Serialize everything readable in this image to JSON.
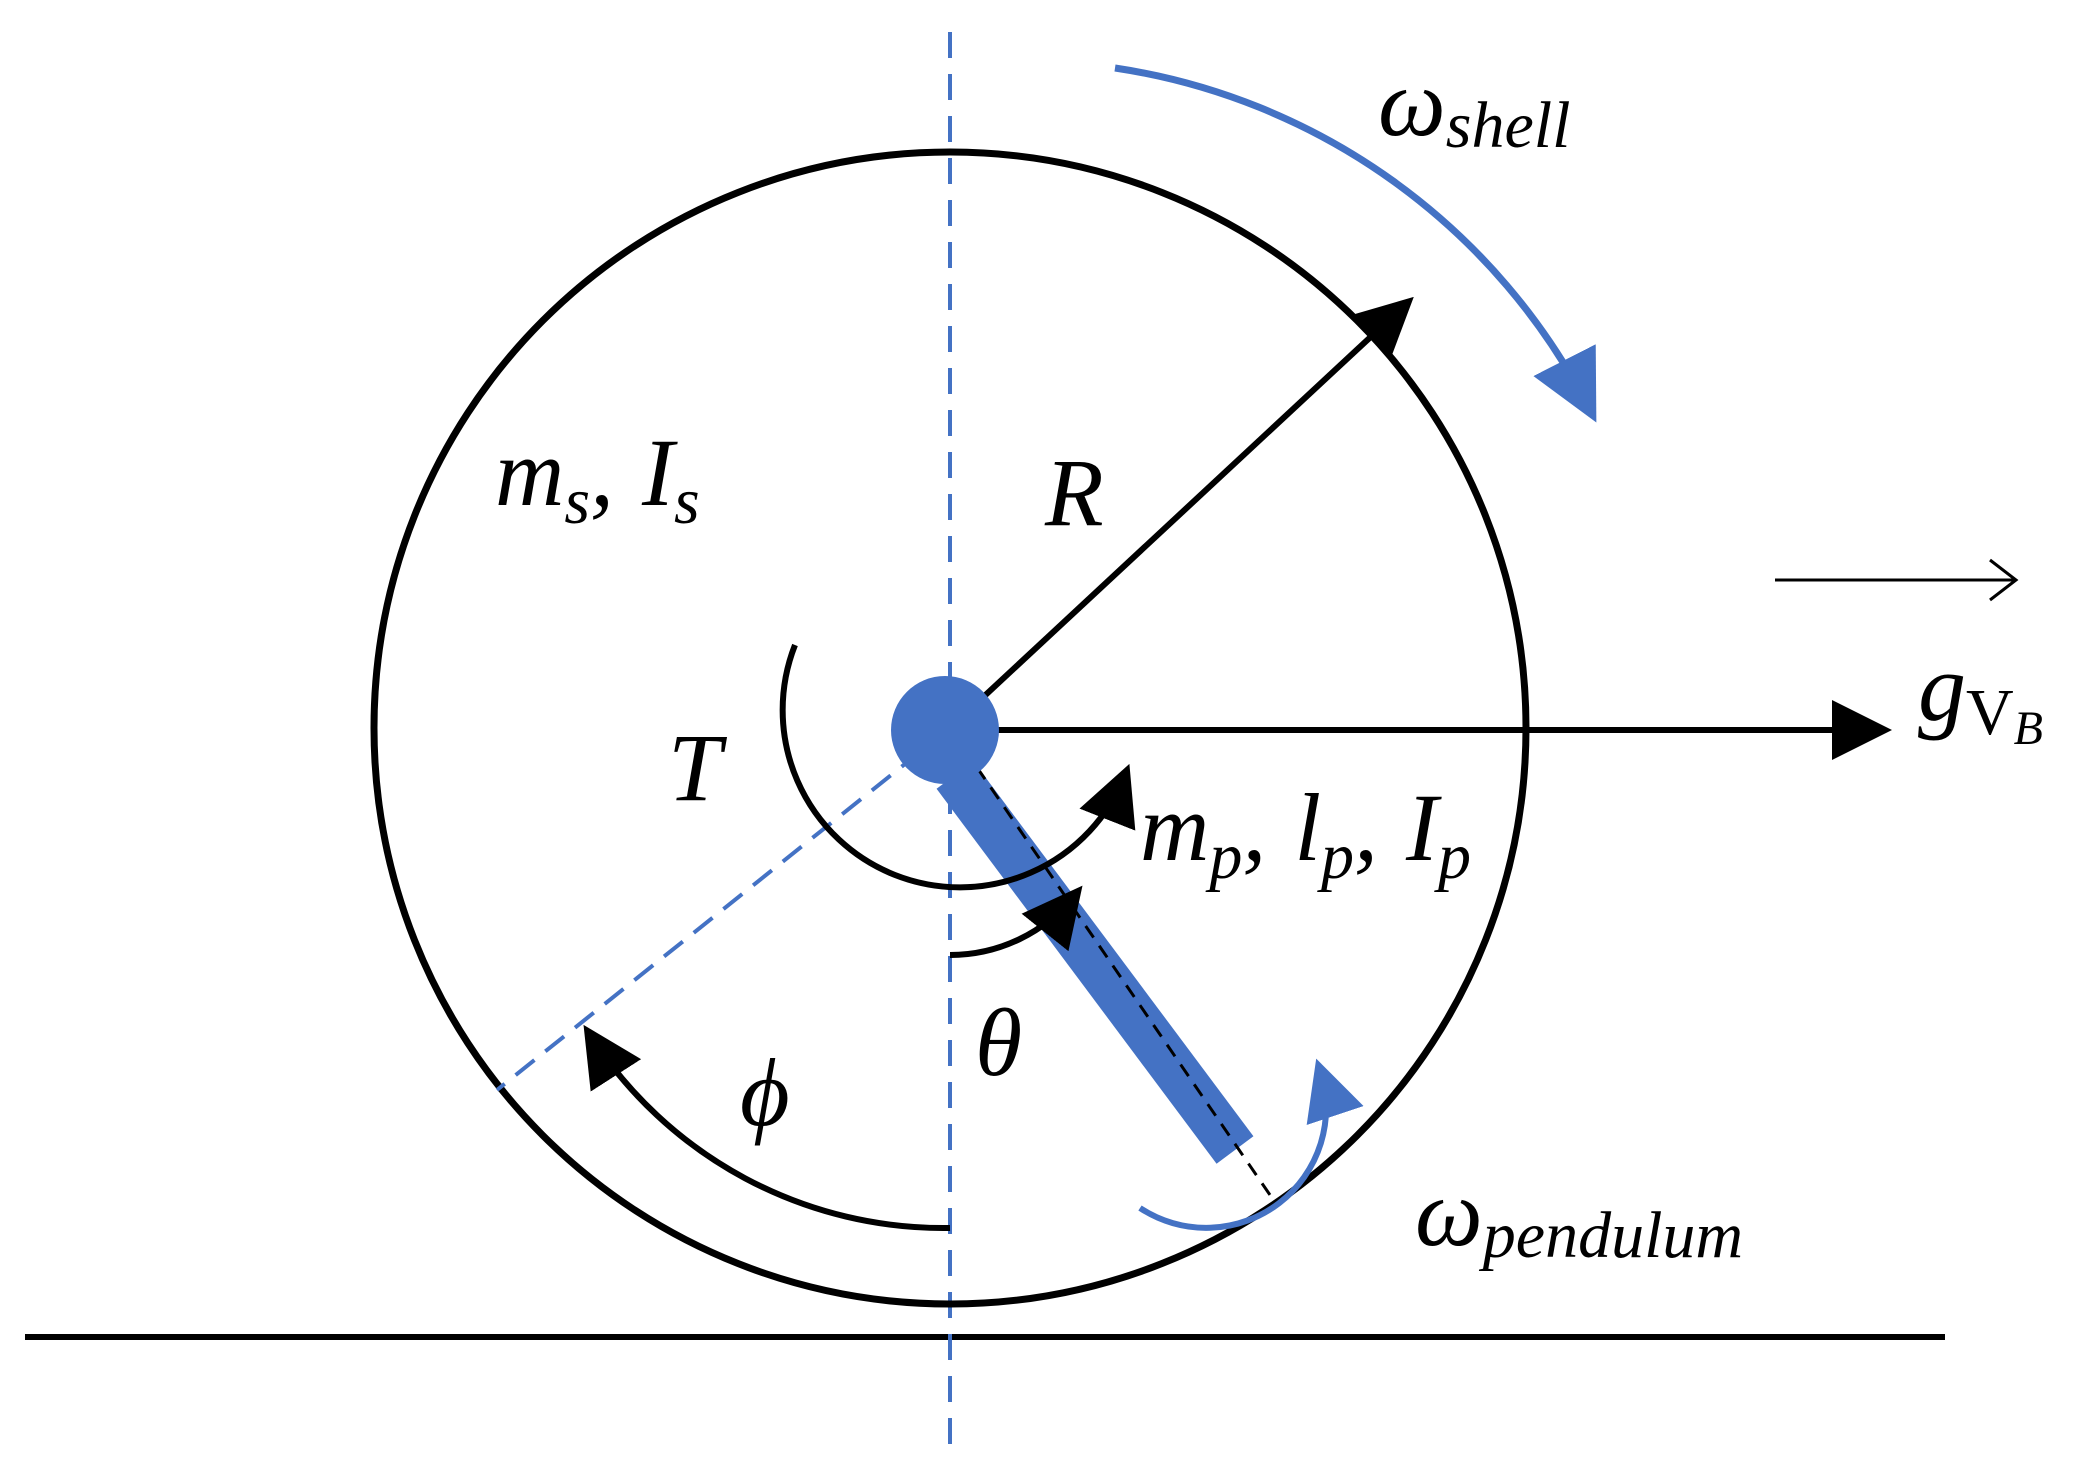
{
  "labels": {
    "shell_mass": "m",
    "shell_mass_sub": "s",
    "shell_inertia": "I",
    "shell_inertia_sub": "s",
    "radius": "R",
    "torque": "T",
    "pend_mass": "m",
    "pend_mass_sub": "p",
    "pend_length": "l",
    "pend_length_sub": "p",
    "pend_inertia": "I",
    "pend_inertia_sub": "p",
    "theta": "θ",
    "phi": "ϕ",
    "omega": "ω",
    "shell_sub": "shell",
    "pendulum_sub": "pendulum",
    "gravity": "g",
    "gravity_sub": "V",
    "gravity_subsub": "B",
    "separator": ","
  },
  "colors": {
    "ink": "#000000",
    "accent": "#4472C4"
  }
}
